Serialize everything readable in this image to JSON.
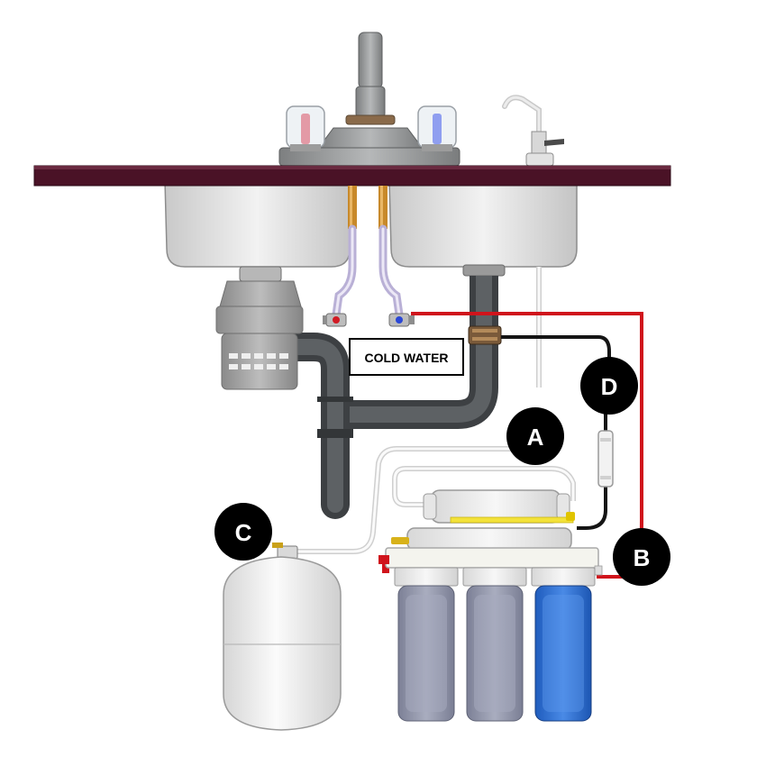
{
  "labels": {
    "cold_water": "COLD WATER"
  },
  "callouts": {
    "a": "A",
    "b": "B",
    "c": "C",
    "d": "D"
  },
  "colors": {
    "countertop": "#4a1226",
    "sink_steel": "#dcdcdc",
    "drain_pipe": "#4f5356",
    "feed_line_red": "#d0141c",
    "line_black": "#151515",
    "tubing_white": "#f4f4f2",
    "filter_gray": "#8f93a8",
    "filter_blue": "#2f6fd0",
    "tank_white": "#f0f0f0",
    "callout_bg": "#000000"
  }
}
